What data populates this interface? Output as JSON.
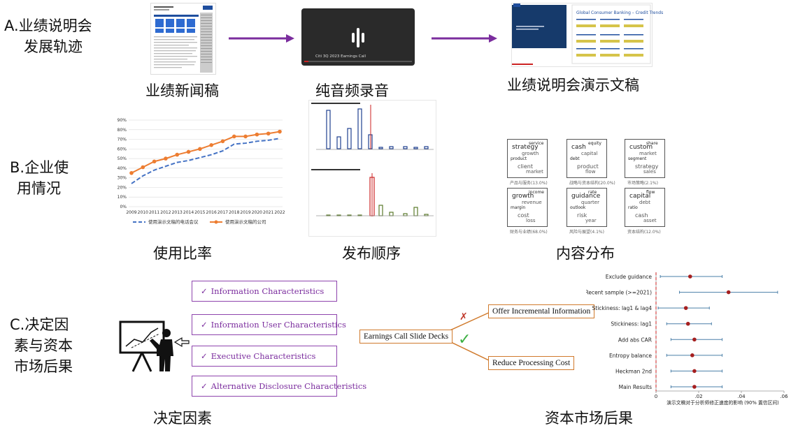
{
  "sections": {
    "a": {
      "label_line1": "A.业绩说明会",
      "label_line2": "发展轨迹"
    },
    "b": {
      "label_line1": "B.企业使",
      "label_line2": "用情况"
    },
    "c": {
      "label_line1": "C.决定因",
      "label_line2": "素与资本",
      "label_line3": "市场后果"
    }
  },
  "captions": {
    "press_release": "业绩新闻稿",
    "audio": "纯音频录音",
    "slides": "业绩说明会演示文稿",
    "usage_rate": "使用比率",
    "release_order": "发布顺序",
    "content": "内容分布",
    "determinants": "决定因素",
    "consequences": "资本市场后果"
  },
  "video": {
    "title": "Citi 3Q 2023 Earnings Call"
  },
  "slide_thumb": {
    "title": "Global Consumer Banking – Credit Trends"
  },
  "usage_chart": {
    "chart_data": {
      "type": "line",
      "x": [
        "2009",
        "2010",
        "2011",
        "2012",
        "2013",
        "2014",
        "2015",
        "2016",
        "2017",
        "2018",
        "2019",
        "2020",
        "2021",
        "2022"
      ],
      "yticks": [
        "0%",
        "10%",
        "20%",
        "30%",
        "40%",
        "50%",
        "60%",
        "70%",
        "80%",
        "90%"
      ],
      "ylim": [
        0,
        90
      ],
      "series": [
        {
          "name": "使用演示文稿的电话会议",
          "values": [
            24,
            32,
            38,
            42,
            46,
            48,
            51,
            54,
            58,
            65,
            66,
            68,
            69,
            71
          ],
          "color": "#4472c4",
          "style": "dashed"
        },
        {
          "name": "使用演示文稿的公司",
          "values": [
            35,
            41,
            47,
            50,
            54,
            57,
            60,
            64,
            68,
            73,
            73,
            75,
            76,
            78
          ],
          "color": "#ed7d31",
          "style": "solid"
        }
      ]
    }
  },
  "determinants": [
    {
      "check": "✓",
      "label": "Information Characteristics"
    },
    {
      "check": "✓",
      "label": "Information User Characteristics"
    },
    {
      "check": "✓",
      "label": "Executive Characteristics"
    },
    {
      "check": "✓",
      "label": "Alternative Disclosure Characteristics"
    }
  ],
  "flow": {
    "source": "Earnings Call Slide Decks",
    "branch_top": "Offer Incremental Information",
    "branch_bottom": "Reduce Processing Cost",
    "mark_top": "✗",
    "mark_bottom": "✓"
  },
  "wordclouds": {
    "captions": [
      "产品与服务(13.0%)",
      "战略与资本结构(20.0%)",
      "市场策略(2.1%)",
      "财务与业绩(68.0%)",
      "风险与展望(4.1%)",
      "资本结构(12.0%)"
    ],
    "words": [
      [
        "strategy",
        "growth",
        "product",
        "client",
        "service",
        "market"
      ],
      [
        "cash",
        "capital",
        "debt",
        "product",
        "equity",
        "flow"
      ],
      [
        "custom",
        "market",
        "segment",
        "strategy",
        "share",
        "sales"
      ],
      [
        "growth",
        "revenue",
        "margin",
        "cost",
        "income",
        "loss"
      ],
      [
        "guidance",
        "quarter",
        "outlook",
        "risk",
        "rate",
        "year"
      ],
      [
        "capital",
        "debt",
        "ratio",
        "cash",
        "flow",
        "asset"
      ]
    ]
  },
  "coef_chart": {
    "chart_data": {
      "type": "scatter",
      "categories": [
        "Exclude guidance",
        "Recent sample (>=2021)",
        "Stickiness: lag1 & lag4",
        "Stickiness: lag1",
        "Add abs CAR",
        "Entropy balance",
        "Heckman 2nd",
        "Main Results"
      ],
      "values": [
        0.016,
        0.034,
        0.014,
        0.015,
        0.018,
        0.017,
        0.018,
        0.018
      ],
      "ci_low": [
        0.002,
        0.011,
        0.001,
        0.005,
        0.007,
        0.005,
        0.007,
        0.007
      ],
      "ci_high": [
        0.031,
        0.057,
        0.025,
        0.026,
        0.031,
        0.031,
        0.031,
        0.031
      ],
      "xticks": [
        "0",
        ".02",
        ".04",
        ".06"
      ],
      "xlim": [
        0,
        0.06
      ],
      "xlabel": "演示文稿对于分析师修正速度的影响 (90% 置信区间)"
    }
  }
}
